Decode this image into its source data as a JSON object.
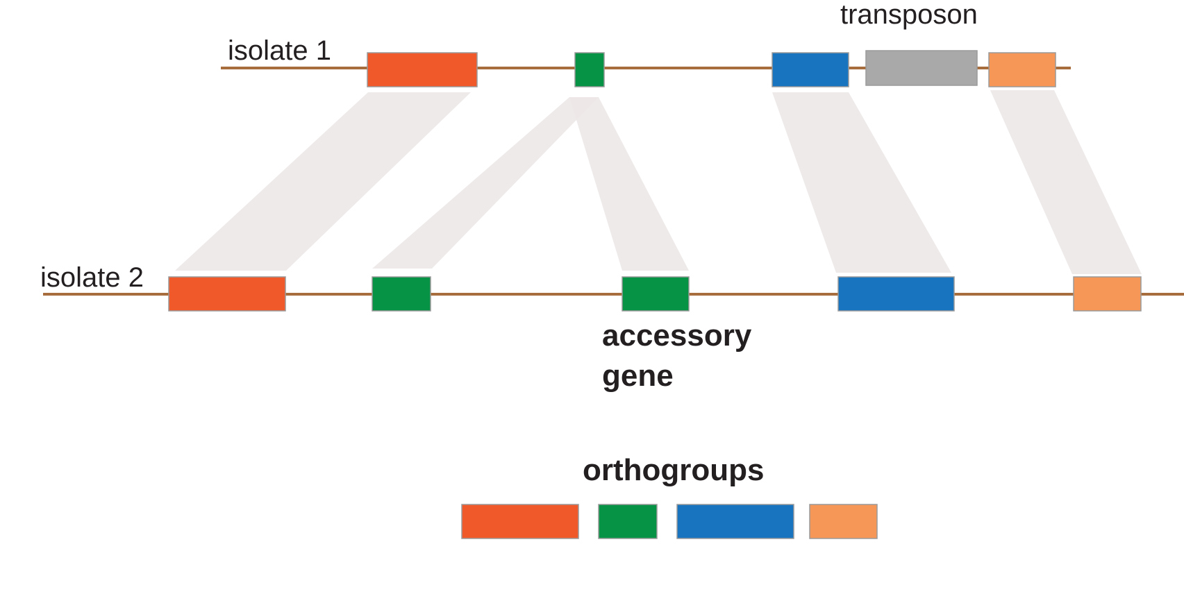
{
  "colors": {
    "chromosome": "#a86d3c",
    "link": "#ece6e6",
    "orthogroup_red": "#f05a2b",
    "orthogroup_green": "#079345",
    "orthogroup_blue": "#1874bf",
    "orthogroup_peach": "#f79757",
    "transposon": "#a9a9a9"
  },
  "labels": {
    "isolate1": "isolate 1",
    "isolate2": "isolate 2",
    "transposon": "transposon",
    "accessory_line1": "accessory",
    "accessory_line2": "gene",
    "legend_title": "orthogroups"
  },
  "isolate1_genes": [
    "orthogroup_red",
    "orthogroup_green",
    "orthogroup_blue",
    "transposon",
    "orthogroup_peach"
  ],
  "isolate2_genes": [
    "orthogroup_red",
    "orthogroup_green",
    "orthogroup_green",
    "orthogroup_blue",
    "orthogroup_peach"
  ],
  "legend_orthogroups": [
    "orthogroup_red",
    "orthogroup_green",
    "orthogroup_blue",
    "orthogroup_peach"
  ]
}
